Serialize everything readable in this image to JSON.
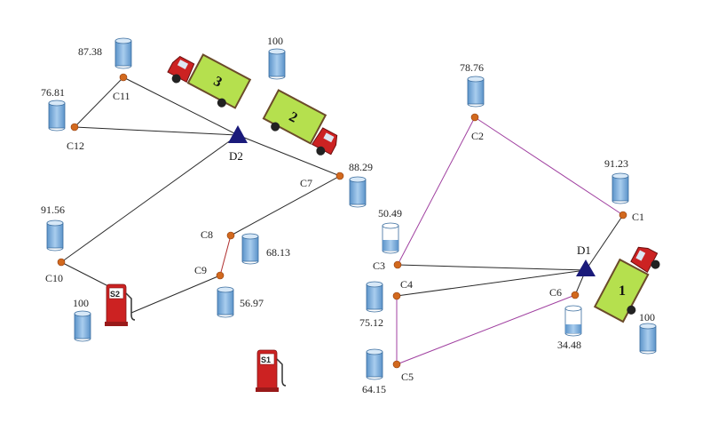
{
  "colors": {
    "route_black": "#2a2a2a",
    "route_purple": "#a040a0",
    "route_red": "#b03030",
    "node": "#d2691e",
    "depot": "#1a1a7a",
    "tank_fill": "#6fa8dc",
    "truck_cab": "#cc2222",
    "truck_box": "#b5e04e",
    "station": "#cc2222"
  },
  "customers": [
    {
      "id": "C1",
      "tank": "91.23"
    },
    {
      "id": "C2",
      "tank": "78.76"
    },
    {
      "id": "C3",
      "tank": "50.49"
    },
    {
      "id": "C4",
      "tank": "75.12"
    },
    {
      "id": "C5",
      "tank": "64.15"
    },
    {
      "id": "C6",
      "tank": "34.48"
    },
    {
      "id": "C7",
      "tank": "88.29"
    },
    {
      "id": "C8",
      "tank": "68.13"
    },
    {
      "id": "C9",
      "tank": "56.97"
    },
    {
      "id": "C10",
      "tank": "91.56"
    },
    {
      "id": "C11",
      "tank": "87.38"
    },
    {
      "id": "C12",
      "tank": "76.81"
    }
  ],
  "depots": [
    {
      "id": "D1"
    },
    {
      "id": "D2"
    }
  ],
  "stations": [
    {
      "id": "S1"
    },
    {
      "id": "S2",
      "tank": "100"
    }
  ],
  "trucks": [
    {
      "number": "1",
      "tank": "100"
    },
    {
      "number": "2"
    },
    {
      "number": "3",
      "tank": "100"
    }
  ]
}
